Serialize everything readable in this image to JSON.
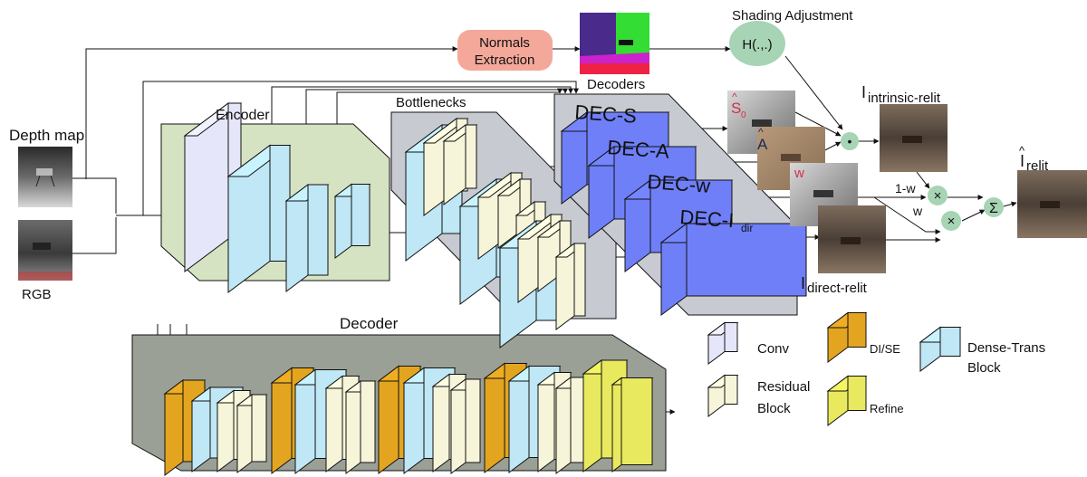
{
  "inputs": {
    "depth_label": "Depth map",
    "rgb_label": "RGB"
  },
  "normals": {
    "label_line1": "Normals",
    "label_line2": "Extraction"
  },
  "shading": {
    "title": "Shading Adjustment",
    "func": "H(.,.)"
  },
  "decoders_label": "Decoders",
  "encoder": {
    "label": "Encoder"
  },
  "bottlenecks": {
    "label": "Bottlenecks"
  },
  "dec_heads": {
    "s": "DEC-S",
    "a": "DEC-A",
    "w": "DEC-w",
    "i_main": "DEC-I",
    "i_sub": "dir"
  },
  "maps": {
    "s_hat": "S",
    "s_sub": "0",
    "a_hat": "A",
    "w": "w"
  },
  "ops": {
    "dot": "•",
    "mul": "×",
    "sum": "Σ",
    "one_minus_w": "1-w",
    "w": "w"
  },
  "outputs": {
    "intrinsic_base": "I",
    "intrinsic_sub": "intrinsic-relit",
    "direct_base": "I",
    "direct_sub": "direct-relit",
    "relit_base": "I",
    "relit_sub": "relit",
    "relit_hat": "^"
  },
  "decoder": {
    "label": "Decoder"
  },
  "legend": {
    "conv": "Conv",
    "residual_1": "Residual",
    "residual_2": "Block",
    "di_se": "DI/SE",
    "refine": "Refine",
    "dense_1": "Dense-Trans",
    "dense_2": "Block"
  },
  "colors": {
    "conv": "#e6e6fa",
    "dense": "#bfe7f5",
    "residual": "#f7f5d9",
    "di_se": "#e3a520",
    "refine": "#e9e95f",
    "dec_head": "#6f7ff7",
    "encoder_bg": "#d5e3c3",
    "bottleneck_bg": "#c8cad2",
    "decoder_bg": "#9aa095",
    "normals_bg": "#f4a89a",
    "shading_node": "#a6d4b4"
  }
}
